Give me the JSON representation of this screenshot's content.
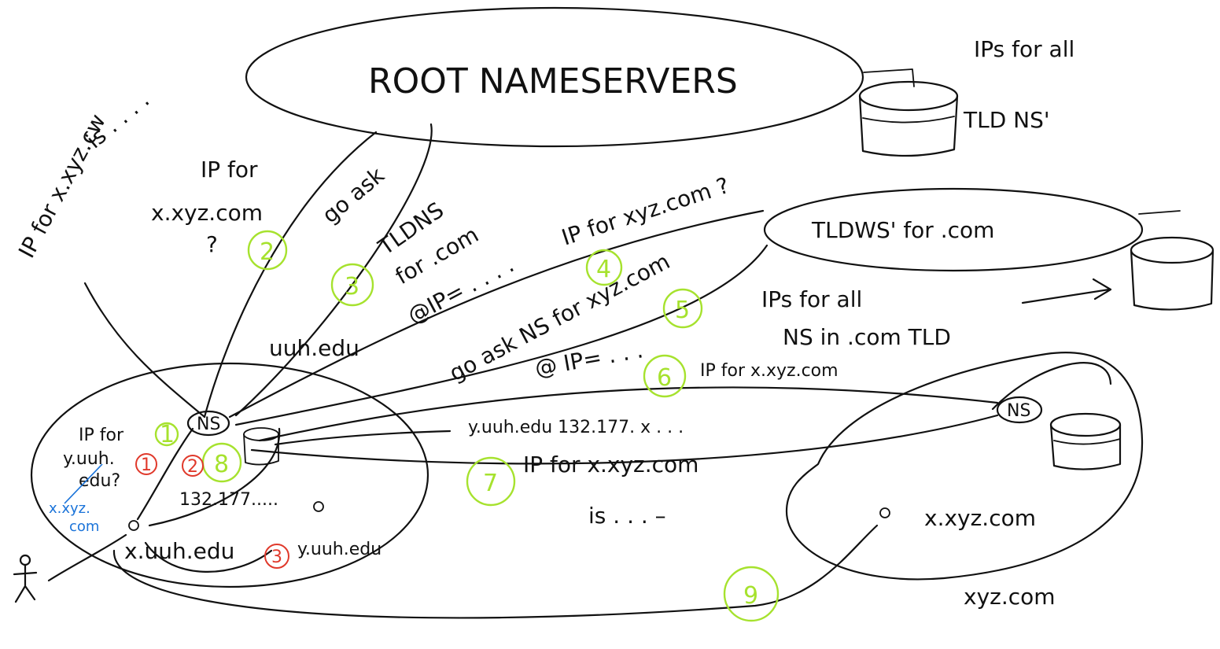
{
  "labels": {
    "root": "ROOT NAMESERVERS",
    "root_db_note_1": "IPs for all",
    "root_db_note_2": "TLD NS'",
    "tld": "TLDWS' for .com",
    "tld_note_1": "IPs for all",
    "tld_note_2": "NS in .com TLD",
    "domain_uuh": "uuh.edu",
    "domain_xyz": "xyz.com",
    "ns_local": "NS",
    "ns_remote": "NS",
    "host_x_uuh": "x.uuh.edu",
    "host_y_uuh": "y.uuh.edu",
    "host_x_xyz": "x.xyz.com",
    "ip_for_y_1": "IP for",
    "ip_for_y_2": "y.uuh.",
    "ip_for_y_3": "edu?",
    "blue_note_1": "x.xyz.",
    "blue_note_2": "com",
    "ip_partial": "132.177.....",
    "side_note_1": "IP for x.xyz.cw",
    "side_note_2": "is . . . .",
    "q_root_1": "IP for",
    "q_root_2": "x.xyz.com",
    "q_root_3": "?",
    "go_ask_1": "go ask",
    "go_ask_2": "TLDNS",
    "go_ask_3": "for .com",
    "go_ask_4": "@IP= . . . .",
    "q_tld": "IP for xyz.com ?",
    "go_ask_ns": "go ask NS for xyz.com",
    "at_ip": "@ IP= . . .",
    "q_remote": "IP for x.xyz.com",
    "y_answer": "y.uuh.edu 132.177. x . . .",
    "x_answer_1": "IP for x.xyz.com",
    "x_answer_2": "is . . . –"
  },
  "steps_green": [
    "1",
    "2",
    "3",
    "4",
    "5",
    "6",
    "7",
    "8",
    "9"
  ],
  "steps_red": [
    "1",
    "2",
    "3"
  ],
  "colors": {
    "ink": "#111111",
    "step_green": "#a6e22e",
    "step_red": "#e0392b",
    "note_blue": "#1a73d9"
  }
}
